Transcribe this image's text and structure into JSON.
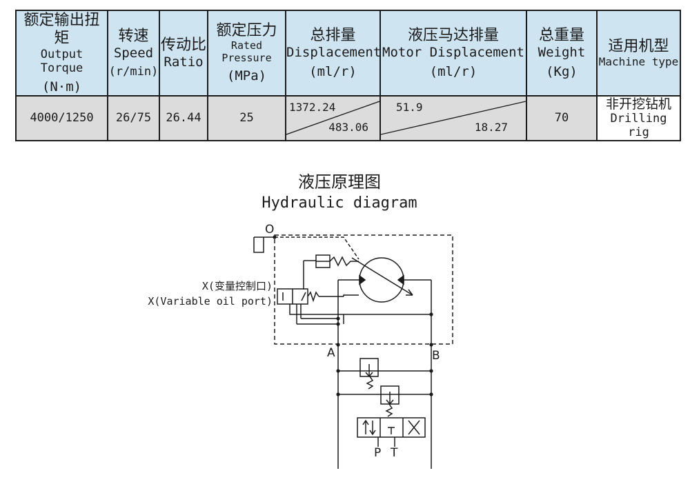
{
  "table": {
    "headers": [
      {
        "zh": "额定输出扭矩",
        "en": "Output Torque",
        "unit": "(N·m)"
      },
      {
        "zh": "转速",
        "en": "Speed",
        "unit": "(r/min)"
      },
      {
        "zh": "传动比",
        "en": "Ratio",
        "unit": ""
      },
      {
        "zh": "额定压力",
        "en": "Rated Pressure",
        "unit": "(MPa)"
      },
      {
        "zh": "总排量",
        "en": "Displacement",
        "unit": "(ml/r)"
      },
      {
        "zh": "液压马达排量",
        "en": "Motor Displacement",
        "unit": "(ml/r)"
      },
      {
        "zh": "总重量",
        "en": "Weight",
        "unit": "(Kg)"
      },
      {
        "zh": "适用机型",
        "en": "Machine type",
        "unit": ""
      }
    ],
    "row": {
      "torque": "4000/1250",
      "speed": "26/75",
      "ratio": "26.44",
      "pressure": "25",
      "displacement_max": "1372.24",
      "displacement_min": "483.06",
      "motor_max": "51.9",
      "motor_min": "18.27",
      "weight": "70",
      "machine_zh": "非开挖钻机",
      "machine_en": "Drilling rig"
    }
  },
  "diagram": {
    "title_zh": "液压原理图",
    "title_en": "Hydraulic diagram",
    "label_o": "O",
    "label_x_zh": "X(变量控制口)",
    "label_x_en": "X(Variable oil port)",
    "label_a": "A",
    "label_b": "B",
    "label_p": "P",
    "label_t": "T"
  }
}
